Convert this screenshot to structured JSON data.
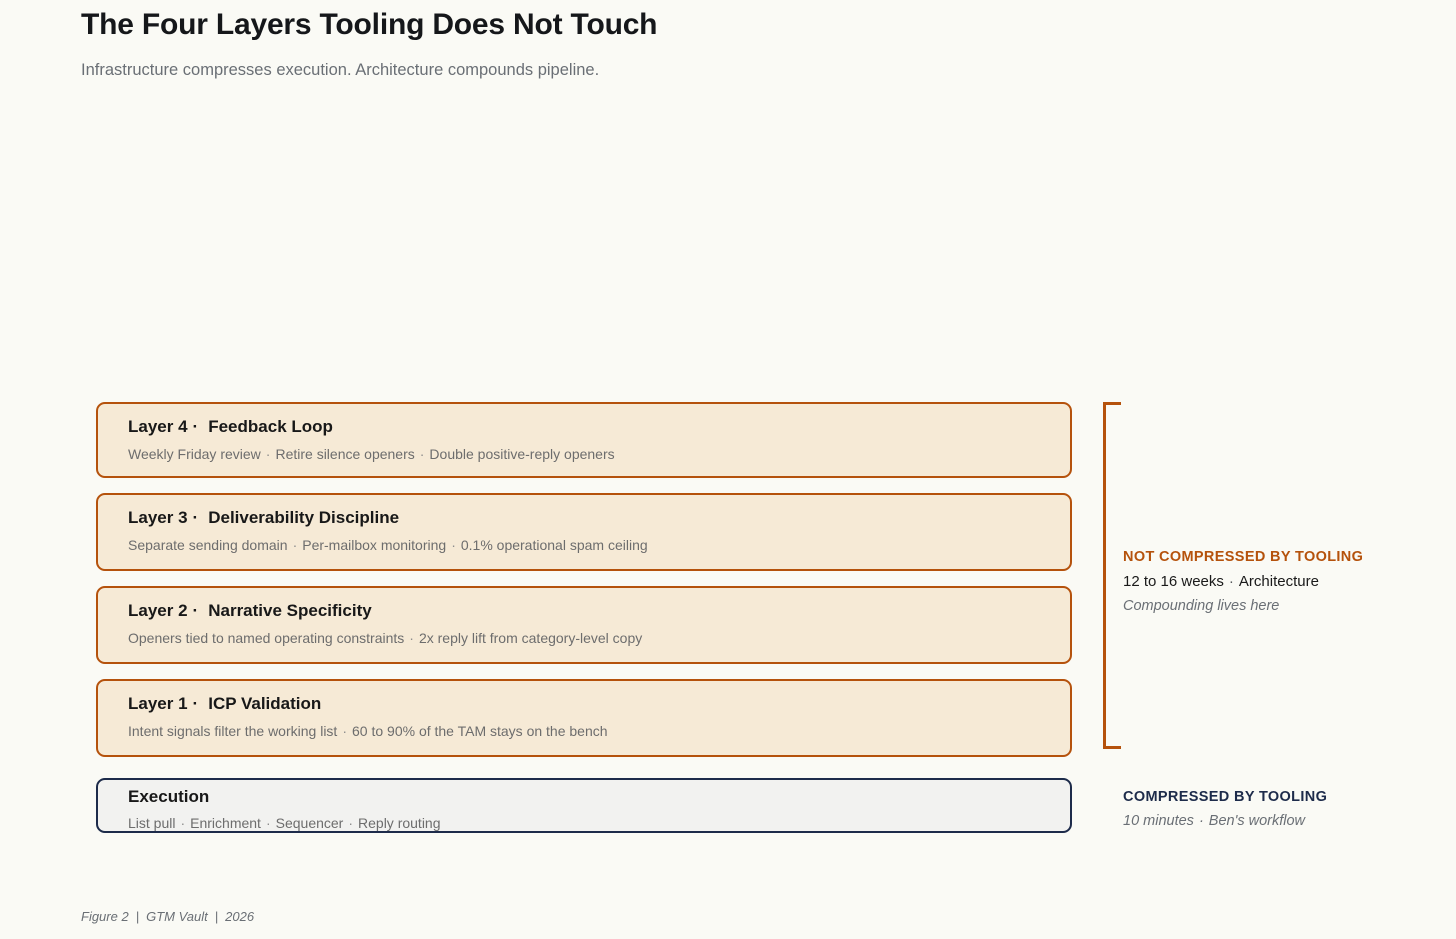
{
  "figure": {
    "title": "The Four Layers Tooling Does Not Touch",
    "subtitle": "Infrastructure compresses execution. Architecture compounds pipeline.",
    "footer": {
      "figure_number": "Figure 2",
      "source": "GTM Vault",
      "year": "2026",
      "separator": "|"
    }
  },
  "colors": {
    "background": "#fafaf5",
    "architecture_accent": "#b5520c",
    "architecture_fill": "#f6ead6",
    "execution_accent": "#1d2b4a",
    "execution_fill": "#f2f2f0",
    "title_text": "#15171a",
    "muted_text": "#6a6f75"
  },
  "layers": [
    {
      "index": "Layer 4",
      "separator": "·",
      "name": "Feedback Loop",
      "details": [
        "Weekly Friday review",
        "Retire silence openers",
        "Double positive-reply openers"
      ],
      "detail_separator": "·"
    },
    {
      "index": "Layer 3",
      "separator": "·",
      "name": "Deliverability Discipline",
      "details": [
        "Separate sending domain",
        "Per-mailbox monitoring",
        "0.1% operational spam ceiling"
      ],
      "detail_separator": "·"
    },
    {
      "index": "Layer 2",
      "separator": "·",
      "name": "Narrative Specificity",
      "details": [
        "Openers tied to named operating constraints",
        "2x reply lift from category-level copy"
      ],
      "detail_separator": "·"
    },
    {
      "index": "Layer 1",
      "separator": "·",
      "name": "ICP Validation",
      "details": [
        "Intent signals filter the working list",
        "60 to 90% of the TAM stays on the bench"
      ],
      "detail_separator": "·"
    }
  ],
  "execution": {
    "title": "Execution",
    "details": [
      "List pull",
      "Enrichment",
      "Sequencer",
      "Reply routing"
    ],
    "detail_separator": "·"
  },
  "annotations": {
    "architecture": {
      "kicker": "NOT COMPRESSED BY TOOLING",
      "duration": "12 to 16 weeks",
      "separator": "·",
      "category": "Architecture",
      "note": "Compounding lives here"
    },
    "tooling": {
      "kicker": "COMPRESSED BY TOOLING",
      "duration": "10 minutes",
      "separator": "·",
      "category": "Ben's workflow"
    }
  }
}
